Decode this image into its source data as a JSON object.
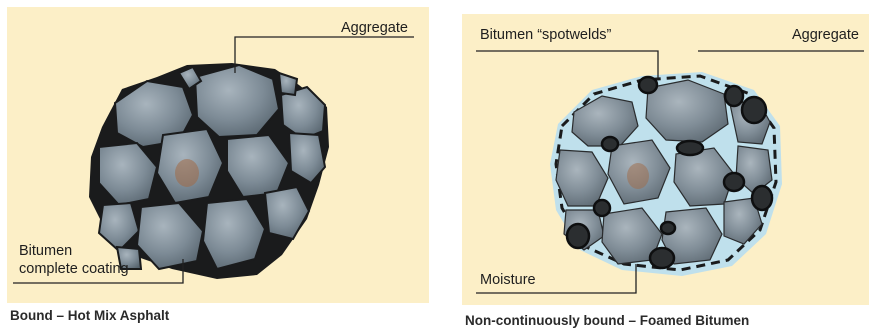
{
  "left_panel": {
    "aggregate_label": "Aggregate",
    "bitumen_label_line1": "Bitumen",
    "bitumen_label_line2": "complete coating",
    "caption": "Bound – Hot Mix Asphalt"
  },
  "right_panel": {
    "spotwelds_label": "Bitumen “spotwelds”",
    "aggregate_label": "Aggregate",
    "moisture_label": "Moisture",
    "caption": "Non-continuously bound – Foamed Bitumen"
  },
  "colors": {
    "panel_background": "#fcefc7",
    "aggregate_stone": "#6f7f8c",
    "bitumen_outline": "#16181a",
    "moisture": "#a9d3e6"
  }
}
